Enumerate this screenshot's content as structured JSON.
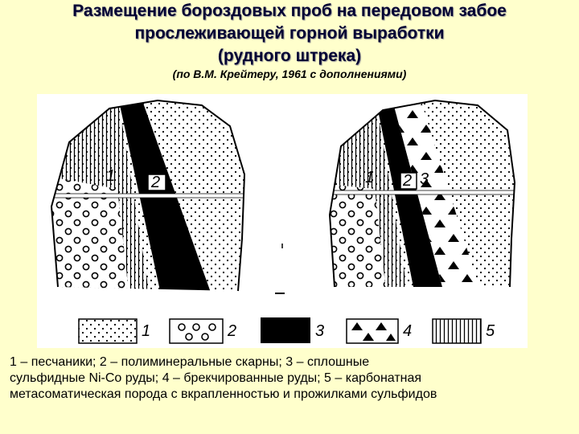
{
  "title": {
    "line1": "Размещение бороздовых проб на передовом забое",
    "line2": "прослеживающей горной выработки",
    "line3": "(рудного штрека)"
  },
  "subtitle": "(по В.М. Крейтеру, 1961 с дополнениями)",
  "figure": {
    "left_face_labels": [
      "1",
      "2"
    ],
    "right_face_labels": [
      "1",
      "2",
      "3"
    ],
    "legend": [
      {
        "number": "1",
        "pattern": "dots"
      },
      {
        "number": "2",
        "pattern": "circles"
      },
      {
        "number": "3",
        "pattern": "solid-black"
      },
      {
        "number": "4",
        "pattern": "triangles"
      },
      {
        "number": "5",
        "pattern": "vertical-lines"
      }
    ]
  },
  "caption": {
    "line1": "1 – песчаники; 2 – полиминеральные скарны; 3 – сплошные",
    "line2": "сульфидные Ni-Co руды; 4 – брекчированные руды; 5 – карбонатная",
    "line3": "метасоматическая порода с вкрапленностью и прожилками сульфидов"
  }
}
